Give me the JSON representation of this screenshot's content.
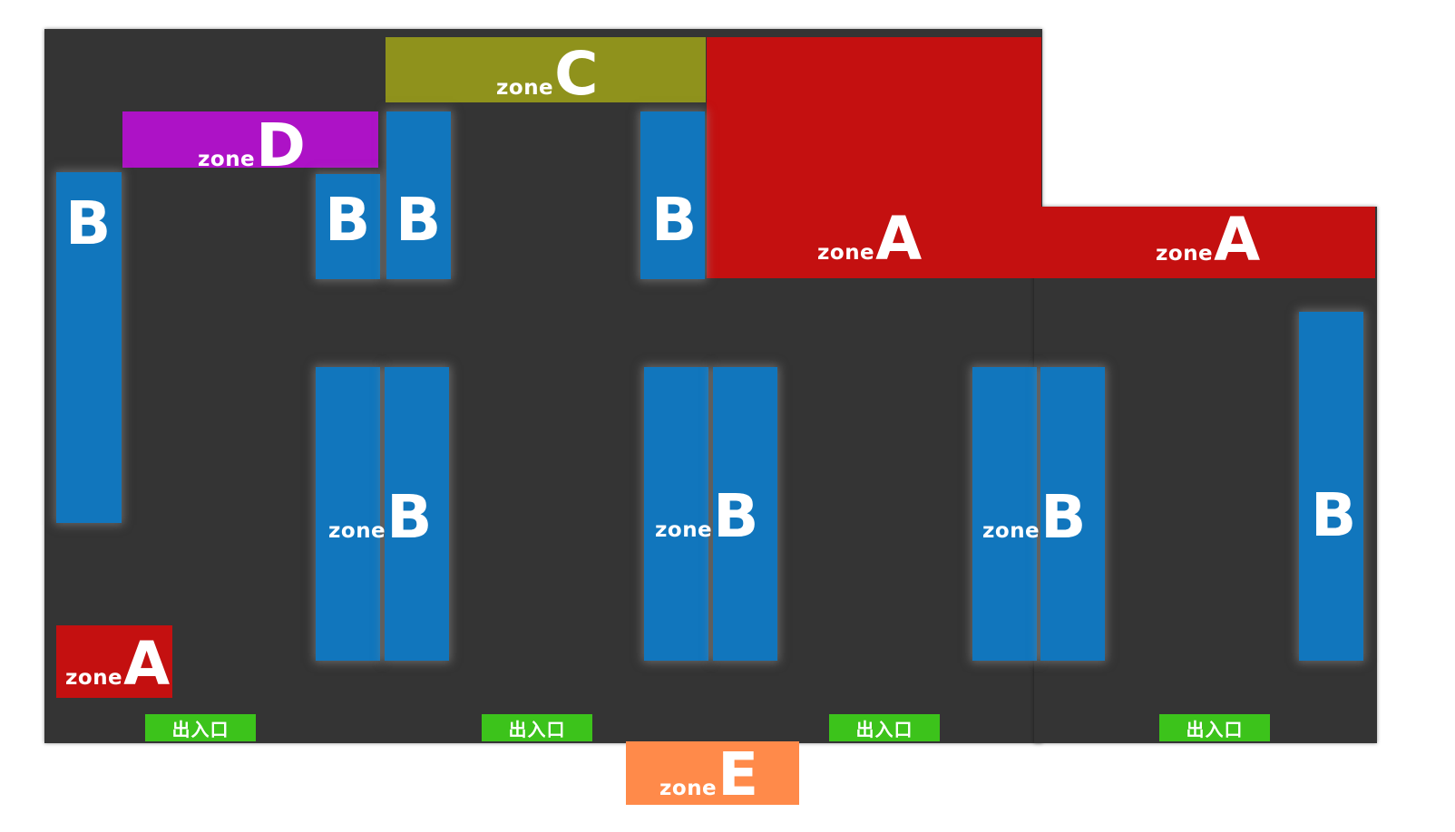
{
  "colors": {
    "floor": "#343434",
    "zone_a": "#c41010",
    "zone_b": "#1176bd",
    "zone_c": "#8f921c",
    "zone_d": "#ad12c6",
    "zone_e": "#ff8a4a",
    "exit": "#3cc31b"
  },
  "zones": {
    "a_top": {
      "word": "zone",
      "letter": "A"
    },
    "a_right": {
      "word": "zone",
      "letter": "A"
    },
    "a_bottom_left": {
      "word": "zone",
      "letter": "A"
    },
    "b_center_left": {
      "word": "zone",
      "letter": "B"
    },
    "b_center": {
      "word": "zone",
      "letter": "B"
    },
    "b_center_right": {
      "word": "zone",
      "letter": "B"
    },
    "b_plain_left_tall": "B",
    "b_plain_top_1": "B",
    "b_plain_top_2": "B",
    "b_plain_top_3": "B",
    "b_plain_right": "B",
    "c": {
      "word": "zone",
      "letter": "C"
    },
    "d": {
      "word": "zone",
      "letter": "D"
    },
    "e": {
      "word": "zone",
      "letter": "E"
    }
  },
  "exits": [
    "出入口",
    "出入口",
    "出入口",
    "出入口"
  ]
}
